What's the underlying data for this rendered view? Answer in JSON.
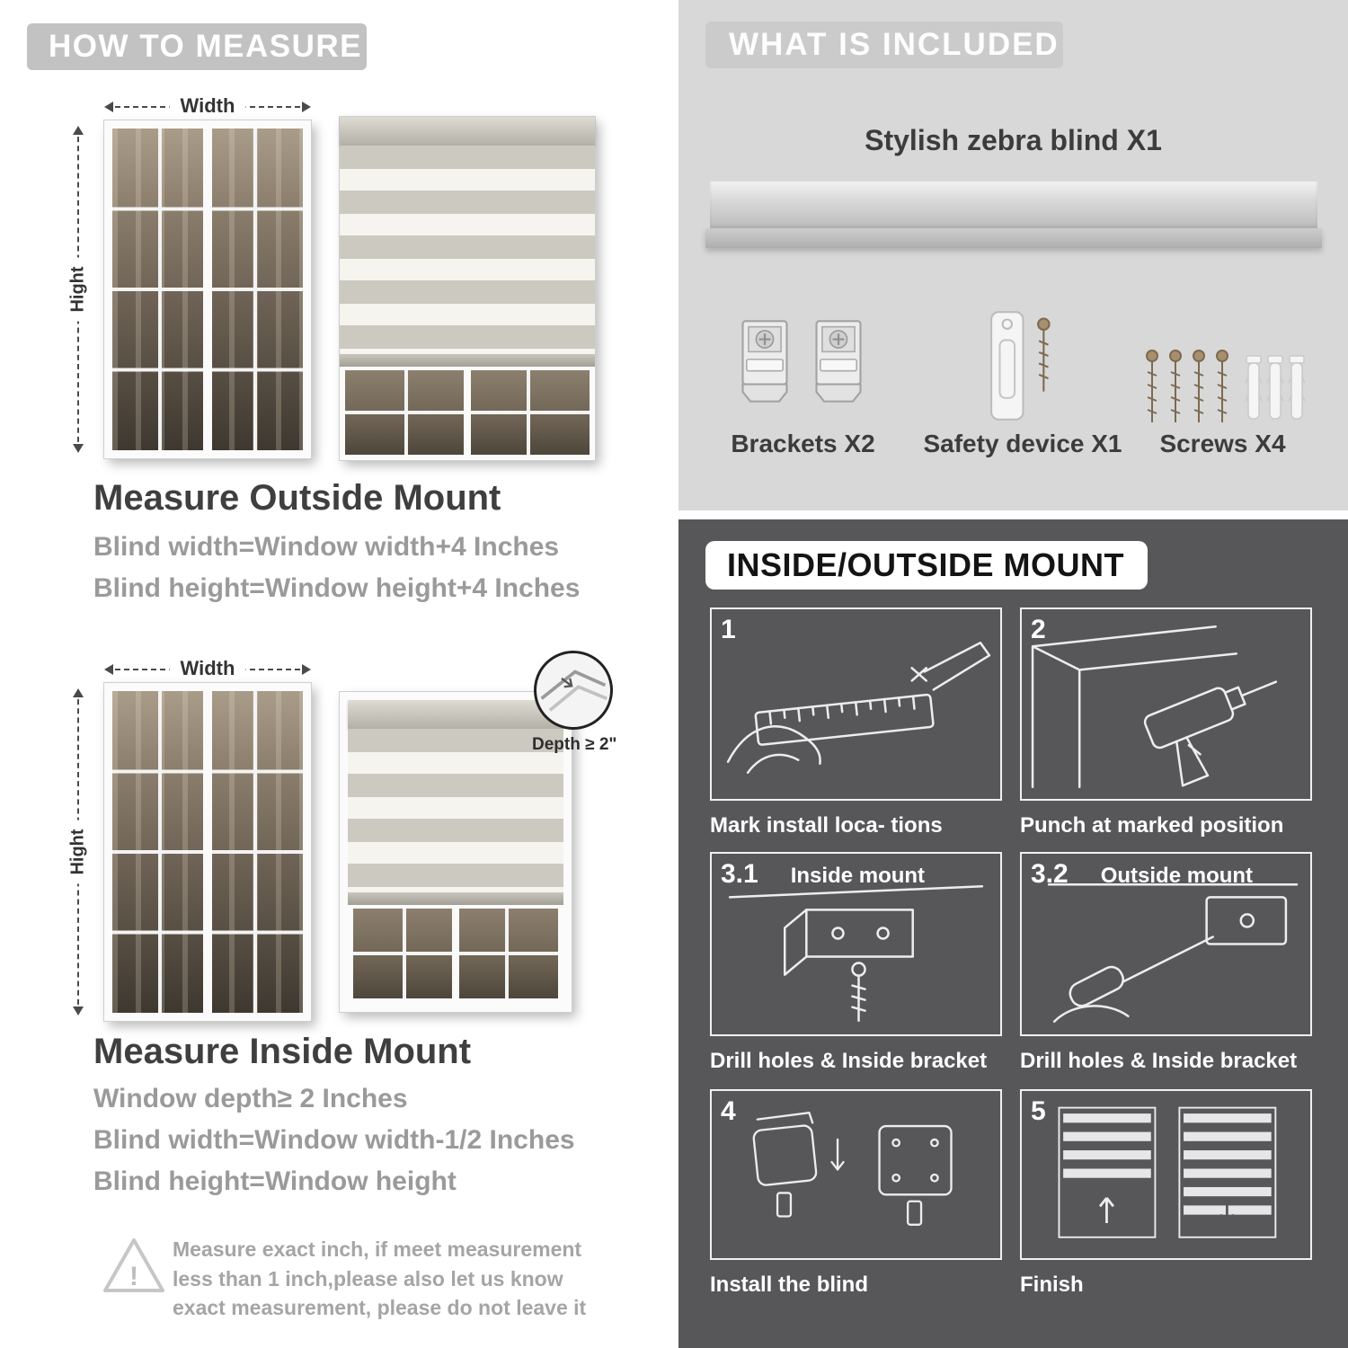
{
  "colors": {
    "banner_gray": "#c2c2c2",
    "panel_light": "#d8d8d8",
    "panel_dark": "#57575a",
    "heading_text": "#3f3f3f",
    "body_gray_text": "#9a9a9a"
  },
  "left": {
    "header": "HOW TO MEASURE",
    "outside": {
      "width_label": "Width",
      "height_label": "Hight",
      "heading": "Measure Outside Mount",
      "lines": [
        "Blind width=Window width+4 Inches",
        "Blind height=Window height+4 Inches"
      ]
    },
    "inside": {
      "width_label": "Width",
      "height_label": "Hight",
      "depth_label": "Depth ≥ 2\"",
      "heading": "Measure Inside Mount",
      "lines": [
        "Window depth≥ 2 Inches",
        "Blind width=Window width-1/2 Inches",
        "Blind height=Window height"
      ]
    },
    "note": {
      "mark": "!",
      "text": "Measure exact inch, if meet measurement less than 1 inch,please also let us know exact measurement, please do not leave it"
    }
  },
  "right": {
    "included": {
      "header": "WHAT IS INCLUDED",
      "blind_label": "Stylish zebra blind X1",
      "items": [
        {
          "label": "Brackets X2"
        },
        {
          "label": "Safety device X1"
        },
        {
          "label": "Screws X4"
        }
      ]
    },
    "mount": {
      "header": "INSIDE/OUTSIDE MOUNT",
      "steps": [
        {
          "num": "1",
          "caption": "Mark install loca- tions"
        },
        {
          "num": "2",
          "caption": "Punch at  marked position"
        },
        {
          "num": "3.1",
          "title": "Inside mount",
          "caption": "Drill holes &  Inside bracket"
        },
        {
          "num": "3.2",
          "title": "Outside mount",
          "caption": "Drill holes &  Inside bracket"
        },
        {
          "num": "4",
          "caption": "Install the blind"
        },
        {
          "num": "5",
          "caption": "Finish"
        }
      ]
    }
  }
}
